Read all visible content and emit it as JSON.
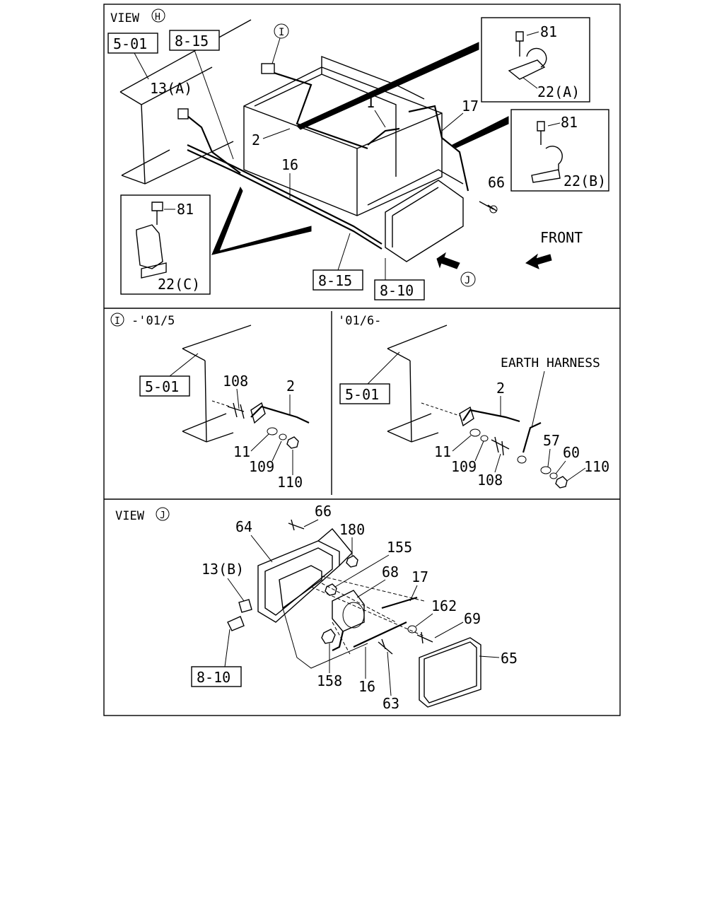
{
  "view_h": {
    "title": "VIEW",
    "title_circle": "H",
    "ref_boxes": [
      "5-01",
      "8-15",
      "8-15",
      "8-10"
    ],
    "callout_i": "I",
    "callout_j": "J",
    "labels": [
      "13(A)",
      "2",
      "1",
      "17",
      "16",
      "66"
    ],
    "front": "FRONT",
    "inset_a": {
      "bolt": "81",
      "clip": "22(A)"
    },
    "inset_b": {
      "bolt": "81",
      "clip": "22(B)"
    },
    "inset_c": {
      "bolt": "81",
      "clip": "22(C)"
    }
  },
  "view_i_left": {
    "circle": "I",
    "period": "-'01/5",
    "ref_box": "5-01",
    "labels": [
      "108",
      "2",
      "11",
      "109",
      "110"
    ]
  },
  "view_i_right": {
    "period": "'01/6-",
    "ref_box": "5-01",
    "earth_harness": "EARTH HARNESS",
    "labels": [
      "2",
      "11",
      "109",
      "108",
      "57",
      "60",
      "110"
    ]
  },
  "view_j": {
    "title": "VIEW",
    "title_circle": "J",
    "ref_box": "8-10",
    "labels": [
      "66",
      "64",
      "180",
      "155",
      "68",
      "17",
      "13(B)",
      "162",
      "69",
      "65",
      "158",
      "16",
      "63"
    ]
  }
}
